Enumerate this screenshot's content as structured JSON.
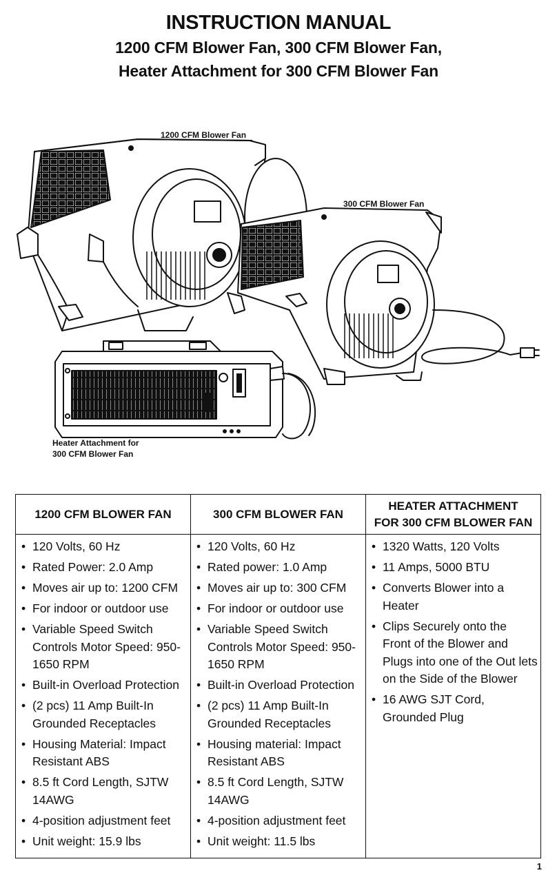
{
  "header": {
    "title": "INSTRUCTION MANUAL",
    "subtitle_line1": "1200 CFM Blower Fan, 300 CFM Blower Fan,",
    "subtitle_line2": "Heater Attachment for 300 CFM Blower Fan"
  },
  "illustration": {
    "label_1200": "1200 CFM Blower Fan",
    "label_300": "300 CFM Blower Fan",
    "label_heater_line1": "Heater Attachment for",
    "label_heater_line2": "300 CFM Blower Fan"
  },
  "table": {
    "columns": [
      {
        "header_line1": "1200 CFM BLOWER FAN",
        "header_line2": "",
        "items": [
          "120 Volts, 60 Hz",
          "Rated Power: 2.0 Amp",
          "Moves air up to: 1200 CFM",
          "For indoor or outdoor use",
          "Variable Speed Switch Controls Motor Speed: 950-1650 RPM",
          "Built-in Overload Protection",
          "(2 pcs) 11 Amp Built-In Grounded Receptacles",
          "Housing Material: Impact Resistant ABS",
          "8.5 ft Cord Length, SJTW 14AWG",
          "4-position adjustment feet",
          "Unit weight: 15.9 lbs"
        ]
      },
      {
        "header_line1": "300 CFM BLOWER FAN",
        "header_line2": "",
        "items": [
          "120 Volts, 60 Hz",
          "Rated power: 1.0 Amp",
          "Moves air up to: 300 CFM",
          "For indoor or outdoor use",
          "Variable Speed Switch Controls Motor Speed: 950-1650 RPM",
          "Built-in Overload Protection",
          "(2 pcs) 11 Amp Built-In Grounded Receptacles",
          "Housing material: Impact Resistant ABS",
          "8.5 ft Cord Length, SJTW 14AWG",
          "4-position adjustment feet",
          "Unit weight: 11.5 lbs"
        ]
      },
      {
        "header_line1": "HEATER ATTACHMENT",
        "header_line2": "FOR 300 CFM BLOWER FAN",
        "items": [
          "1320 Watts, 120 Volts",
          "11 Amps, 5000 BTU",
          "Converts Blower into a Heater",
          "Clips Securely onto the Front of the Blower and Plugs into one of the Out lets on the Side of the Blower",
          "16 AWG SJT Cord, Grounded Plug"
        ]
      }
    ]
  },
  "footer": {
    "page_number": "1"
  }
}
